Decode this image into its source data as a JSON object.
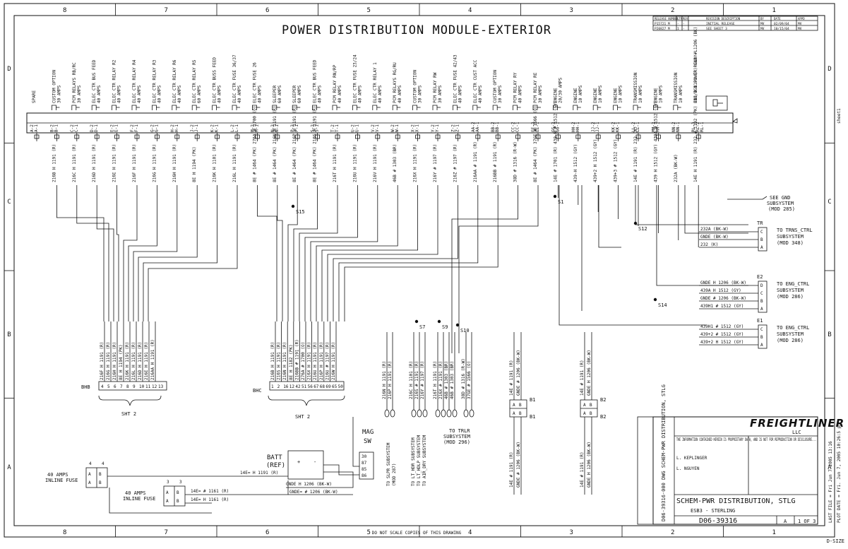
{
  "title": "POWER DISTRIBUTION MODULE-EXTERIOR",
  "border": {
    "columns": [
      "8",
      "7",
      "6",
      "5",
      "4",
      "3",
      "2",
      "1"
    ],
    "rows": [
      "D",
      "C",
      "B",
      "A"
    ]
  },
  "module": {
    "slots": [
      {
        "label": "SPARE",
        "pins": [
          "A-2",
          "A-1"
        ],
        "wire": ""
      },
      {
        "label": "CUSTOM OPTION 30 AMPS",
        "pins": [
          "B-2",
          "B-1"
        ],
        "wire": "216B H 1191 (R)"
      },
      {
        "label": "PCM RELAYS RB/RC 30 AMPS",
        "pins": [
          "C-2",
          "C-1"
        ],
        "wire": "216C H 1191 (R)"
      },
      {
        "label": "ELEC CTR BUS FEED 40 AMPS",
        "pins": [
          "D-2",
          "D-1"
        ],
        "wire": "216D H 1191 (R)"
      },
      {
        "label": "ELEC CTR RELAY R2 40 AMPS",
        "pins": [
          "E-2",
          "E-1"
        ],
        "wire": "216E H 1191 (R)"
      },
      {
        "label": "ELEC CTR RELAY R4 40 AMPS",
        "pins": [
          "F-2",
          "F-1"
        ],
        "wire": "216F H 1191 (R)"
      },
      {
        "label": "ELEC CTR RELAY R3 40 AMPS",
        "pins": [
          "G-2",
          "G-1"
        ],
        "wire": "216G H 1191 (R)"
      },
      {
        "label": "ELEC CTR RELAY R6 40 AMPS",
        "pins": [
          "H-2",
          "H-1"
        ],
        "wire": "216H H 1191 (R)"
      },
      {
        "label": "ELEC CTR RELAY R5 60 AMPS",
        "pins": [
          "J-2",
          "J-1"
        ],
        "wire": "8E H 1194 (PK)"
      },
      {
        "label": "ELEC CTR BUSS FEED 40 AMPS",
        "pins": [
          "K-2",
          "K-1"
        ],
        "wire": "216K H 1101 (R)"
      },
      {
        "label": "ELEC CTR FUSE 36/37 40 AMPS",
        "pins": [
          "L-2",
          "L-1"
        ],
        "wire": "216L H 1191 (R)"
      },
      {
        "label": "ELEC CTR FUSE 26 40 AMPS",
        "pins": [
          "M-2",
          "M-1"
        ],
        "wire": "8E # 1464 (PK) 276A H 1700 (O)"
      },
      {
        "label": "SLEEPER 60 AMPS",
        "pins": [
          "N-2",
          "N-1"
        ],
        "wire": "8E # 1464 (PK) 216N H 1191 (R)"
      },
      {
        "label": "SLEEPER 60 AMPS",
        "pins": [
          "P-2",
          "P-1"
        ],
        "wire": "8E # 1464 (PK) 216P H 1191 (R)"
      },
      {
        "label": "ELEC CTR BUS FEED 40 AMPS",
        "pins": [
          "S-2",
          "S-1"
        ],
        "wire": "8E # 1464 (PK) 216S H 1191 (R)"
      },
      {
        "label": "PCM RELAY RN/RP 40 AMPS",
        "pins": [
          "T-2",
          "T-1"
        ],
        "wire": "216T H 1191 (R)"
      },
      {
        "label": "ELEC CTR FUSE 23/24 40 AMPS",
        "pins": [
          "U-2",
          "U-1"
        ],
        "wire": "216U H 1191 (R)"
      },
      {
        "label": "ELEC CTR RELAY 1 40 AMPS",
        "pins": [
          "V-2",
          "V-1"
        ],
        "wire": "216V H 1191 (R)"
      },
      {
        "label": "PCM RELAYS RG/RU 40 AMPS",
        "pins": [
          "W-2",
          "W-1"
        ],
        "wire": "46B # 1303 (BR)"
      },
      {
        "label": "CUSTOM OPTION 30 AMPS",
        "pins": [
          "X-2",
          "X-1"
        ],
        "wire": "216X H 1191 (R)"
      },
      {
        "label": "PCM RELAY RW 30 AMPS",
        "pins": [
          "Y-2",
          "Y-1"
        ],
        "wire": "216Y # 1197 (R)"
      },
      {
        "label": "ELEC CTR FUSE 42/43 40 AMPS",
        "pins": [
          "Z-2",
          "Z-1"
        ],
        "wire": "216Z # 1197 (R)"
      },
      {
        "label": "ELEC CTR CUST ACC 40 AMPS",
        "pins": [
          "AA-2",
          "AA-1"
        ],
        "wire": "216AA # 1191 (R)"
      },
      {
        "label": "CUSTOM OPTION 30 AMPS",
        "pins": [
          "BB-2",
          "BB-1"
        ],
        "wire": "216BB # 1191 (R)"
      },
      {
        "label": "PCM RELAY RY 40 AMPS",
        "pins": [
          "CC-2",
          "CC-1"
        ],
        "wire": "38D # 1316 (R-W)"
      },
      {
        "label": "PCM RELAY RE 30 AMPS",
        "pins": [
          "EE-2",
          "EE-1"
        ],
        "wire": "8E # 1464 (PK) 37GE # 1566 (O)"
      },
      {
        "label": "ENGINE 20/30 AMPS",
        "pins": [
          "GG-2",
          "GG-1"
        ],
        "wire": "14E # 1701 (R) 439-H # 1512 (GY)"
      },
      {
        "label": "ENGINE 10 AMPS",
        "pins": [
          "HH-2",
          "HH-1"
        ],
        "wire": "439-H 1512 (GY)"
      },
      {
        "label": "ENGINE 10 AMPS",
        "pins": [
          "JJ-2",
          "JJ-1"
        ],
        "wire": "439+2 H 1512 (GY)"
      },
      {
        "label": "ENGINE 10 AMPS",
        "pins": [
          "KK-2",
          "KK-1"
        ],
        "wire": "439+3 # 1512 (GY)"
      },
      {
        "label": "TRANSMISSION 10 AMPS",
        "pins": [
          "LL-2",
          "LL-1"
        ],
        "wire": "14E # 1191 (R) 232 (K)"
      },
      {
        "label": "ENGINE 10 AMPS",
        "pins": [
          "MM-2",
          "MM-1"
        ],
        "wire": "439 H 1512 (GY) 439A H 1512 (GY)"
      },
      {
        "label": "TRANSMISSION 10 AMPS",
        "pins": [
          "NN-2",
          "NN-1"
        ],
        "wire": "232A (BK-W)"
      },
      {
        "label": "ENG/IGN POWER RELAY L",
        "pins": [
          "RL-3",
          "RL-2",
          "RL-1"
        ],
        "wire": "14E H 1191 (R) 232 # 1192 (PK) 813 H 1191 (R) GND # 1206 (BK)"
      }
    ]
  },
  "splices": [
    "S15",
    "S1",
    "S12",
    "S14",
    "S7",
    "S9",
    "S10"
  ],
  "gnd_ref": {
    "lines": [
      "SEE GND",
      "SUBSYSTEM",
      "(MOD 285)"
    ]
  },
  "right_connectors": [
    {
      "id": "TR",
      "pins": [
        "C",
        "B",
        "A"
      ],
      "wires": [
        "232A (BK-W)",
        "GNDE (BK-W)",
        "232 (K)"
      ],
      "dest": [
        "TO TRNS_CTRL",
        "SUBSYSTEM",
        "(MOD 348)"
      ]
    },
    {
      "id": "E2",
      "pins": [
        "D",
        "C",
        "B",
        "A"
      ],
      "wires": [
        "GNDE H 1206 (BK-W)",
        "439A H 1512 (GY)",
        "GNDE # 1206 (BK-W)",
        "439H1 # 1512 (GY)"
      ],
      "dest": [
        "TO ENG_CTRL",
        "SUBSYSTEM",
        "(MOD 286)"
      ]
    },
    {
      "id": "E1",
      "pins": [
        "C",
        "B",
        "A"
      ],
      "wires": [
        "439H1 # 1512 (GY)",
        "439+2 # 1512 (GY)",
        "439+2 H 1512 (GY)"
      ],
      "dest": [
        "TO ENG_CTRL",
        "SUBSYSTEM",
        "(MOD 286)"
      ]
    }
  ],
  "bhb": {
    "id": "BHB",
    "pins": [
      "4",
      "5",
      "6",
      "7",
      "8",
      "9",
      "10",
      "11",
      "12",
      "13"
    ],
    "wires": [
      "216F H 1191 (R)",
      "216G H 1191 (R)",
      "216H H 1191 (R)",
      "8E H 1194 (PK)",
      "216K H 1191 (R)",
      "216L H 1191 (R)",
      "216D H 1191 (R)",
      "216E H 1191 (R)",
      "216AA H 1191 (R)"
    ],
    "sheet": "SHT 2"
  },
  "bhc": {
    "id": "BHC",
    "pins": [
      "1",
      "2",
      "16",
      "12",
      "42",
      "51",
      "56",
      "67",
      "68",
      "69",
      "65",
      "50"
    ],
    "wires": [
      "216B H 1191 (R)",
      "216S H 1191 (R)",
      "216N H 1191 (R)",
      "8E H 1182 (PK)",
      "216BB # 1191 (R)",
      "276A # 1700 (O)",
      "216X H 1191 (R)",
      "216U H 1191 (R)",
      "216P H 1191 (R)",
      "216U # 1197 (R)",
      "216W H 1191 (R)"
    ],
    "sheet": "SHT 2"
  },
  "bottom_wires": [
    {
      "text": "216N H 1191 (R)"
    },
    {
      "text": "216P H 1191 (R)"
    },
    {
      "text": "216C H 1101 (R)"
    },
    {
      "text": "216S # 1191 (R)"
    },
    {
      "text": "216Y # 1197 (R)"
    },
    {
      "text": "216T H 1191 (R)"
    },
    {
      "text": "216X # 1191 (R)"
    },
    {
      "text": "46B # 1303 (BR)"
    },
    {
      "text": "46B # 1303 (BR)"
    },
    {
      "text": "38D # 1316 (R-W)"
    },
    {
      "text": "37GE # 1566 (O)"
    }
  ],
  "subsystems": [
    {
      "lines": [
        "TO SLPR SUBSYSTEM",
        "(MOD 287)"
      ]
    },
    {
      "lines": [
        "TO LT_HDR SUBSYSTEM"
      ]
    },
    {
      "lines": [
        "TO LT_HDLP SUBSYSTEM"
      ]
    },
    {
      "lines": [
        "TO AIR_DRY SUBSYSTEM"
      ]
    },
    {
      "lines": [
        "TO TRLR",
        "SUBSYSTEM",
        "(MOD 296)"
      ]
    }
  ],
  "b1": {
    "id": "B1",
    "pins": [
      "A",
      "B"
    ],
    "wires": [
      "14E # 1191 (R)",
      "GNDE # 1206 (BK-W)"
    ]
  },
  "b2": {
    "id": "B2",
    "pins": [
      "A",
      "B"
    ],
    "wires": [
      "14E # 1191 (R)",
      "GNDE H 1206 (BK-W)"
    ]
  },
  "battery": {
    "label": "BATT",
    "sub": "(REF)",
    "plus": "+",
    "minus": "-"
  },
  "mag_sw": {
    "label": "MAG",
    "sub": "SW",
    "pins": [
      "30",
      "87",
      "85",
      "86"
    ]
  },
  "fuses": [
    {
      "amps": "40 AMPS",
      "name": "INLINE FUSE",
      "pins": [
        "4",
        "4"
      ],
      "wire": "14E= H 1191 (R)"
    },
    {
      "amps": "40 AMPS",
      "name": "INLINE FUSE",
      "pins": [
        "3",
        "3"
      ],
      "wire": "14E= H 1161 (R)"
    }
  ],
  "battery_wires": [
    "14E= H 1191 (R)",
    "GNDE H 1206 (BK-W)",
    "GNDE= # 1206 (BK-W)",
    "14E= # 1161 (R)",
    "14E= H 1161 (R)"
  ],
  "revision_block": {
    "headers": [
      "RELEASE NUMBER",
      "LTR",
      "REV",
      "REVISION DESCRIPTION",
      "BY",
      "DATE",
      "APPD"
    ],
    "rows": [
      [
        "P15721 M",
        "-",
        "-",
        "INITIAL RELEASE",
        "MV",
        "02/09/04",
        "MV"
      ],
      [
        "P20827 M",
        "1",
        "-",
        "SEE SHEET 3",
        "MV",
        "10/15/04",
        "MV"
      ]
    ]
  },
  "title_block": {
    "company": "FREIGHTLINER",
    "company_sub": "LLC",
    "doc_number": "D06-39316",
    "title": "SCHEM-PWR DISTRIBUTION, STLG",
    "subtitle": "ESB3 - STERLING",
    "revision": "A",
    "sheet": "1 OF 3",
    "notice": "THE INFORMATION CONTAINED HEREIN IS PROPRIETARY DATA, AND IS NOT FOR REPRODUCTION OR DISCLOSURE...",
    "drawn_by": "L. KEPLINGER",
    "checked_by": "L. NGUYEN",
    "side_text": "D06-39316-000 DWG SCHEM-PWR DISTRIBUTION, STLG"
  },
  "footer": {
    "note": "DO NOT SCALE COPIES OF THIS DRAWING",
    "size": "D-SIZE"
  },
  "side_info": {
    "last_file": "LAST FILE = Fri Jun 7 2005 13:16",
    "plot_date": "PLOT DATE = Fri. Jun 7, 2005 10:26:5 pm",
    "sheet": "sheet1"
  }
}
